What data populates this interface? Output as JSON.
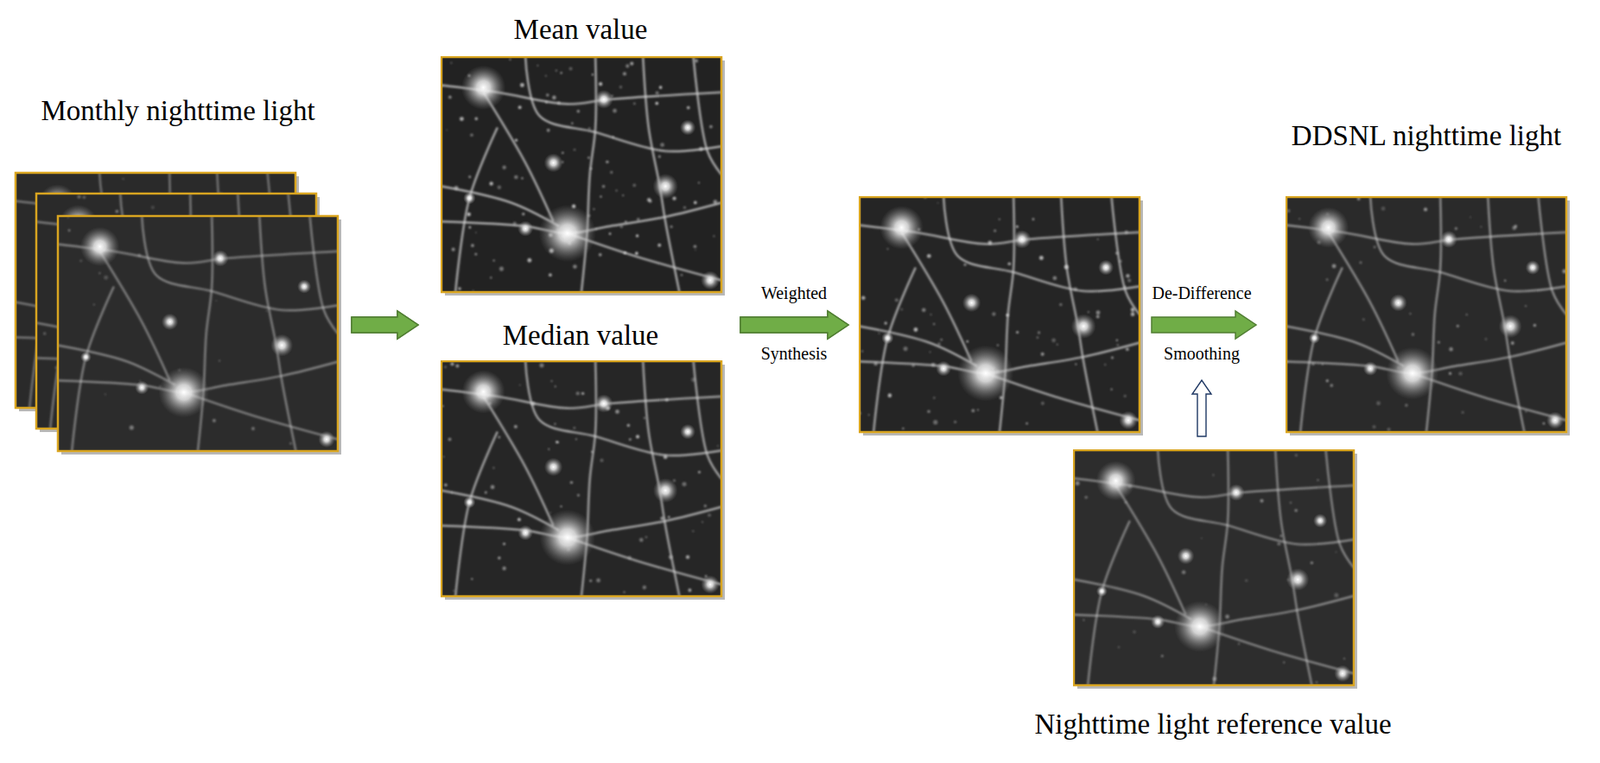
{
  "diagram": {
    "nodes": [
      {
        "text": [
          "Monthly nighttime light"
        ]
      },
      {
        "text": [
          "Mean value"
        ]
      },
      {
        "text": [
          "Median value"
        ]
      },
      {
        "text": []
      },
      {
        "text": [
          "DDSNL nighttime light"
        ]
      },
      {
        "text": [
          "Nighttime light reference value"
        ]
      }
    ],
    "edges": [
      {
        "from": 0,
        "to": 1,
        "arrow": "to"
      },
      {
        "from": 0,
        "to": 2,
        "arrow": "to"
      },
      {
        "from": 1,
        "to": 3,
        "arrow": "to"
      },
      {
        "from": 2,
        "to": 3,
        "arrow": "to"
      },
      {
        "from": 3,
        "to": 4,
        "arrow": "to"
      }
    ],
    "labels": [
      "Weighted",
      "Synthesis",
      "De-Difference",
      "Smoothing"
    ]
  }
}
